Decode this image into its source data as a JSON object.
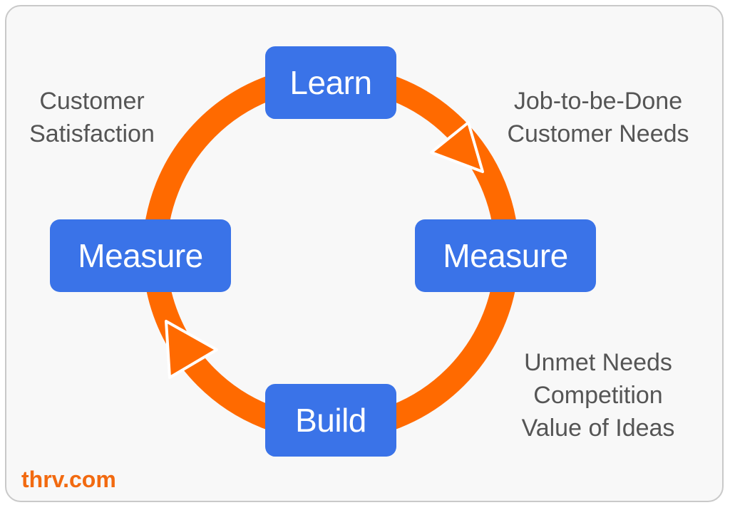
{
  "colors": {
    "node_fill": "#3a73e8",
    "arrow": "#ff6a00",
    "annotation_text": "#555555",
    "brand": "#f26a10",
    "background": "#f8f8f8"
  },
  "nodes": {
    "top": "Learn",
    "left": "Measure",
    "right": "Measure",
    "bottom": "Build"
  },
  "annotations": {
    "top_left": [
      "Customer",
      "Satisfaction"
    ],
    "top_right": [
      "Job-to-be-Done",
      "Customer Needs"
    ],
    "bottom_right": [
      "Unmet Needs",
      "Competition",
      "Value of Ideas"
    ]
  },
  "brand": "thrv.com"
}
